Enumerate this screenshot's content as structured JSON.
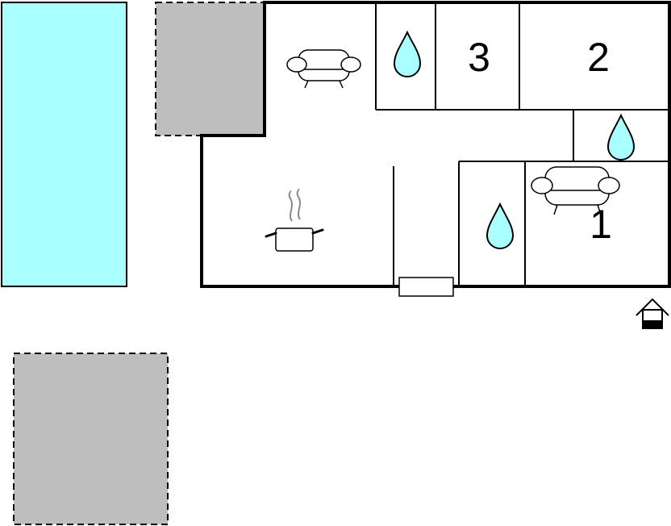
{
  "colors": {
    "wall": "#000000",
    "pool": "#aaffff",
    "terrace": "#bebebe",
    "water": "#aaffff",
    "background": "#ffffff",
    "steam": "#888888"
  },
  "rooms": {
    "bedroom_3": {
      "label": "3"
    },
    "bedroom_2": {
      "label": "2"
    },
    "bedroom_1": {
      "label": "1"
    }
  },
  "areas": [
    "pool",
    "terrace-top",
    "terrace-bottom",
    "living-room",
    "kitchen",
    "bathrooms",
    "bedrooms",
    "entrance"
  ],
  "icons": [
    "sofa-icon",
    "cooking-pot-icon",
    "water-drop-icon",
    "entrance-icon"
  ]
}
